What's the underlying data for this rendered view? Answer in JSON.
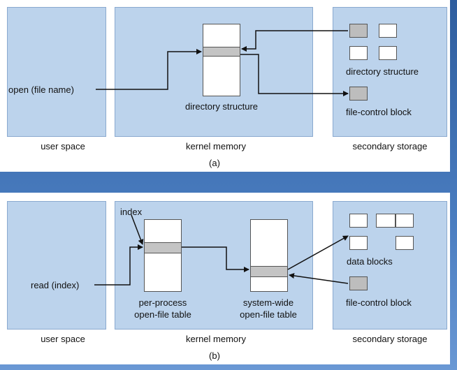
{
  "diagram_a": {
    "caption": "(a)",
    "user_space": {
      "title": "user space",
      "call": "open (file name)"
    },
    "kernel_memory": {
      "title": "kernel memory",
      "table_label": "directory structure"
    },
    "secondary_storage": {
      "title": "secondary storage",
      "dir_label": "directory structure",
      "fcb_label": "file-control block"
    }
  },
  "diagram_b": {
    "caption": "(b)",
    "user_space": {
      "title": "user space",
      "call": "read (index)"
    },
    "kernel_memory": {
      "title": "kernel memory",
      "index_label": "index",
      "per_process_line1": "per-process",
      "per_process_line2": "open-file table",
      "system_wide_line1": "system-wide",
      "system_wide_line2": "open-file table"
    },
    "secondary_storage": {
      "title": "secondary storage",
      "data_label": "data blocks",
      "fcb_label": "file-control block"
    }
  },
  "colors": {
    "background": "#3c6aa8",
    "region_fill": "#bcd3ec",
    "selected_row": "#c4c4c4",
    "line": "#111111"
  }
}
